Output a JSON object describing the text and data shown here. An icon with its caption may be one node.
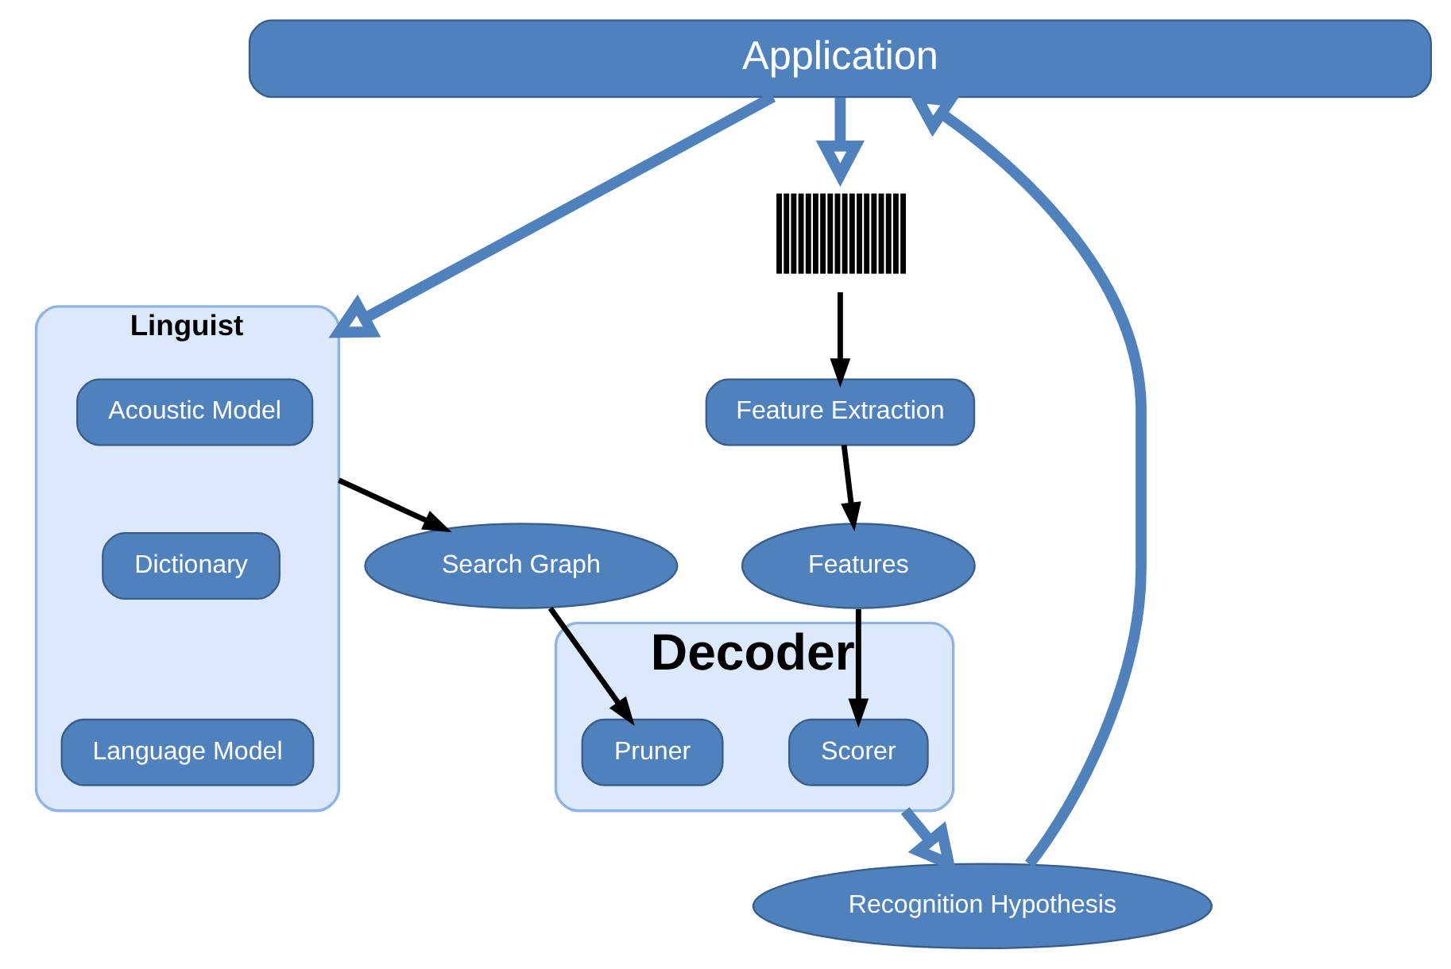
{
  "diagram": {
    "nodes": [
      {
        "text": [
          "Application"
        ]
      },
      {
        "text": [],
        "shape": "picture"
      },
      {
        "text": [
          "Recognition Hypothesis"
        ]
      },
      {
        "text": [
          "Linguist"
        ]
      },
      {
        "text": [
          "Acoustic Model"
        ],
        "in": 3
      },
      {
        "text": [
          "Dictionary"
        ],
        "in": 3
      },
      {
        "text": [
          "Language Model"
        ],
        "in": 3
      },
      {
        "text": [
          "Decoder"
        ]
      },
      {
        "text": [
          "Scorer"
        ],
        "in": 7
      },
      {
        "text": [
          "Pruner"
        ],
        "in": 7
      },
      {
        "text": [
          "Feature Extraction"
        ]
      },
      {
        "text": [
          "Features"
        ]
      },
      {
        "text": [
          "Search Graph"
        ]
      }
    ],
    "edges": [
      {
        "from": 0,
        "to": 1,
        "arrow": "to",
        "style": "thick",
        "color": "#4f81bd"
      },
      {
        "from": 2,
        "to": 0,
        "arrow": "to",
        "style": "thick",
        "color": "#4f81bd"
      },
      {
        "from": 0,
        "to": 3,
        "arrow": "to",
        "style": "thick",
        "color": "#4f81bd"
      },
      {
        "from": 7,
        "to": 2,
        "arrow": "to",
        "style": "thick",
        "color": "#4f81bd"
      },
      {
        "from": 1,
        "to": 10,
        "arrow": "to"
      },
      {
        "from": 10,
        "to": 11,
        "arrow": "to"
      },
      {
        "from": 11,
        "to": 8,
        "arrow": "to"
      },
      {
        "from": 12,
        "to": 9,
        "arrow": "to"
      },
      {
        "from": 3,
        "to": 12,
        "arrow": "to"
      }
    ]
  }
}
